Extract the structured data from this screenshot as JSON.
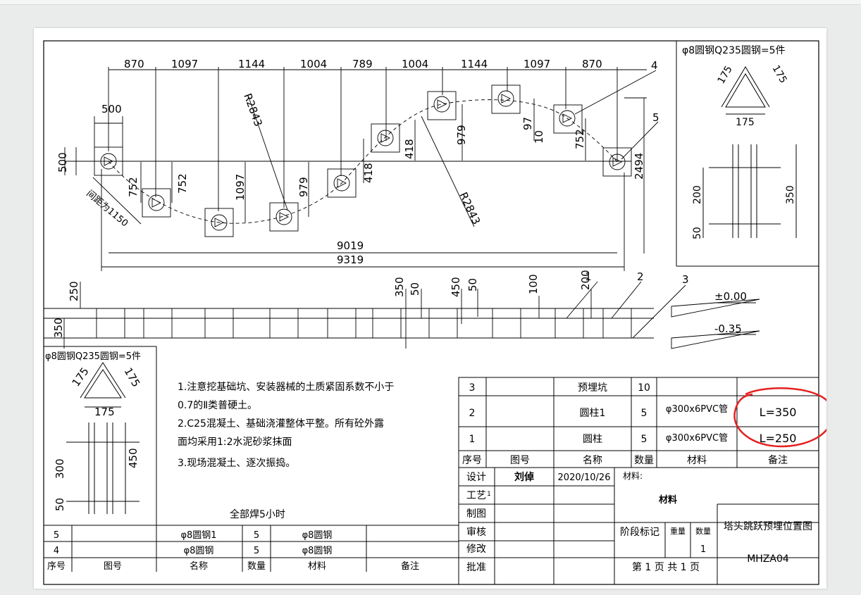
{
  "plan": {
    "top_dims": [
      "870",
      "1097",
      "1144",
      "1004",
      "789",
      "1004",
      "1144",
      "1097",
      "870"
    ],
    "dim_500_top": "500",
    "dim_500_left": "500",
    "radius_label": "R2843",
    "spacing_label": "间距为1150",
    "dim_752": "752",
    "dim_1097": "1097",
    "dim_979": "979",
    "dim_418": "418",
    "dim_97": "97",
    "dim_10": "10",
    "dim_2494": "2494",
    "total_inner": "9019",
    "total_outer": "9319",
    "callout_4": "4",
    "callout_5": "5"
  },
  "section": {
    "dim_250": "250",
    "dim_350": "350",
    "dim_50": "50",
    "dim_450": "450",
    "dim_100": "100",
    "dim_200": "200",
    "callout_1": "1",
    "callout_2": "2",
    "callout_3": "3",
    "level_0": "±0.00",
    "level_neg": "-0.35"
  },
  "rebar_top": {
    "title": "φ8圆钢Q235圆钢=5件",
    "side": "175",
    "base": "175",
    "dim_200": "200",
    "dim_350": "350",
    "dim_50": "50"
  },
  "rebar_left": {
    "title": "φ8圆钢Q235圆钢=5件",
    "side": "175",
    "base": "175",
    "dim_300": "300",
    "dim_450": "450",
    "dim_50": "50"
  },
  "notes": [
    "1.注意挖基础坑、安装器械的土质紧固系数不小于",
    "0.7的Ⅱ类普硬土。",
    "2.C25混凝土、基础浇灌整体平整。所有砼外露",
    "面均采用1:2水泥砂浆抹面",
    "3.现场混凝土、逐次振捣。"
  ],
  "weld_note": "全部焊5小时",
  "left_table": {
    "rows": [
      [
        "5",
        "",
        "φ8圆钢1",
        "5",
        "φ8圆钢",
        ""
      ],
      [
        "4",
        "",
        "φ8圆钢",
        "5",
        "φ8圆钢",
        ""
      ]
    ],
    "header": [
      "序号",
      "图号",
      "名称",
      "数量",
      "材料",
      "备注"
    ]
  },
  "right_table": {
    "rows": [
      [
        "3",
        "",
        "预埋坑",
        "10",
        "",
        ""
      ],
      [
        "2",
        "",
        "圆柱1",
        "5",
        "φ300x6PVC管",
        "L=350"
      ],
      [
        "1",
        "",
        "圆柱",
        "5",
        "φ300x6PVC管",
        "L=250"
      ]
    ],
    "header": [
      "序号",
      "图号",
      "名称",
      "数量",
      "材料",
      "备注"
    ]
  },
  "title_block": {
    "design_label": "设计",
    "designer": "刘倬",
    "date": "2020/10/26",
    "process_label": "工艺",
    "process_mark": "1",
    "draw_label": "制图",
    "check_label": "审核",
    "modify_label": "修改",
    "approve_label": "批准",
    "material_label": "材料:",
    "material": "材料",
    "stage_label": "阶段标记",
    "weight_label": "重量",
    "qty_label": "数量",
    "ratio": "1",
    "pages": "第 1 页  共 1 页",
    "title": "塔头跳跃预埋位置图",
    "code": "MHZA04"
  },
  "colors": {
    "annotation": "#e32222"
  }
}
